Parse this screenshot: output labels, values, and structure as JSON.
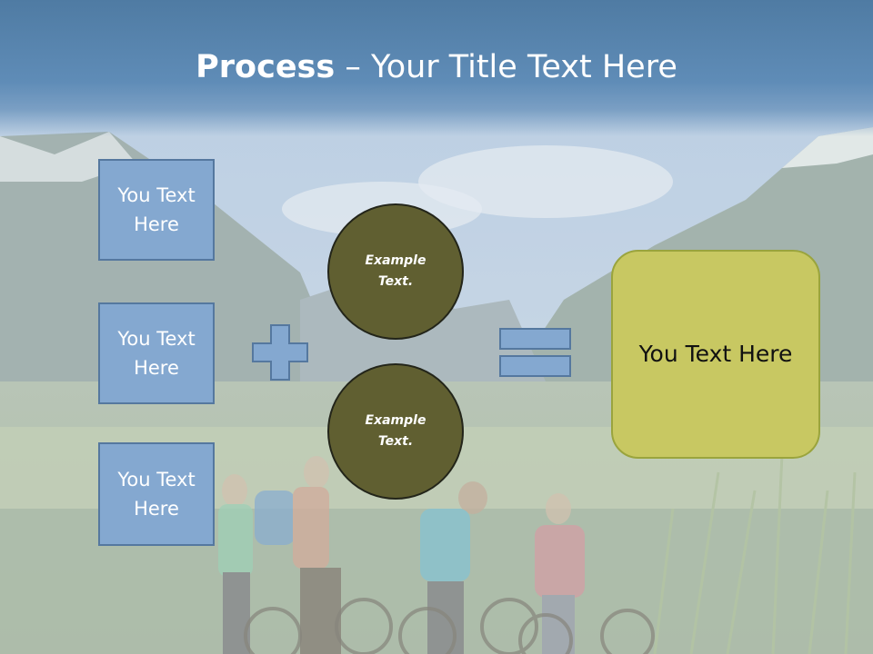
{
  "slide": {
    "title_strong": "Process",
    "title_rest": " – Your Title Text Here"
  },
  "boxes": [
    {
      "label": "You Text Here"
    },
    {
      "label": "You Text Here"
    },
    {
      "label": "You Text Here"
    }
  ],
  "circles": [
    {
      "label": "Example Text."
    },
    {
      "label": "Example Text."
    }
  ],
  "result": {
    "label": "You Text Here"
  },
  "operators": {
    "plus": "plus-icon",
    "equals": "equals-icon"
  },
  "colors": {
    "title_band": "#5f8cb7",
    "box_fill": "#84a8d0",
    "box_border": "#55789f",
    "circle_fill": "#605f31",
    "result_fill": "#c8c862"
  }
}
